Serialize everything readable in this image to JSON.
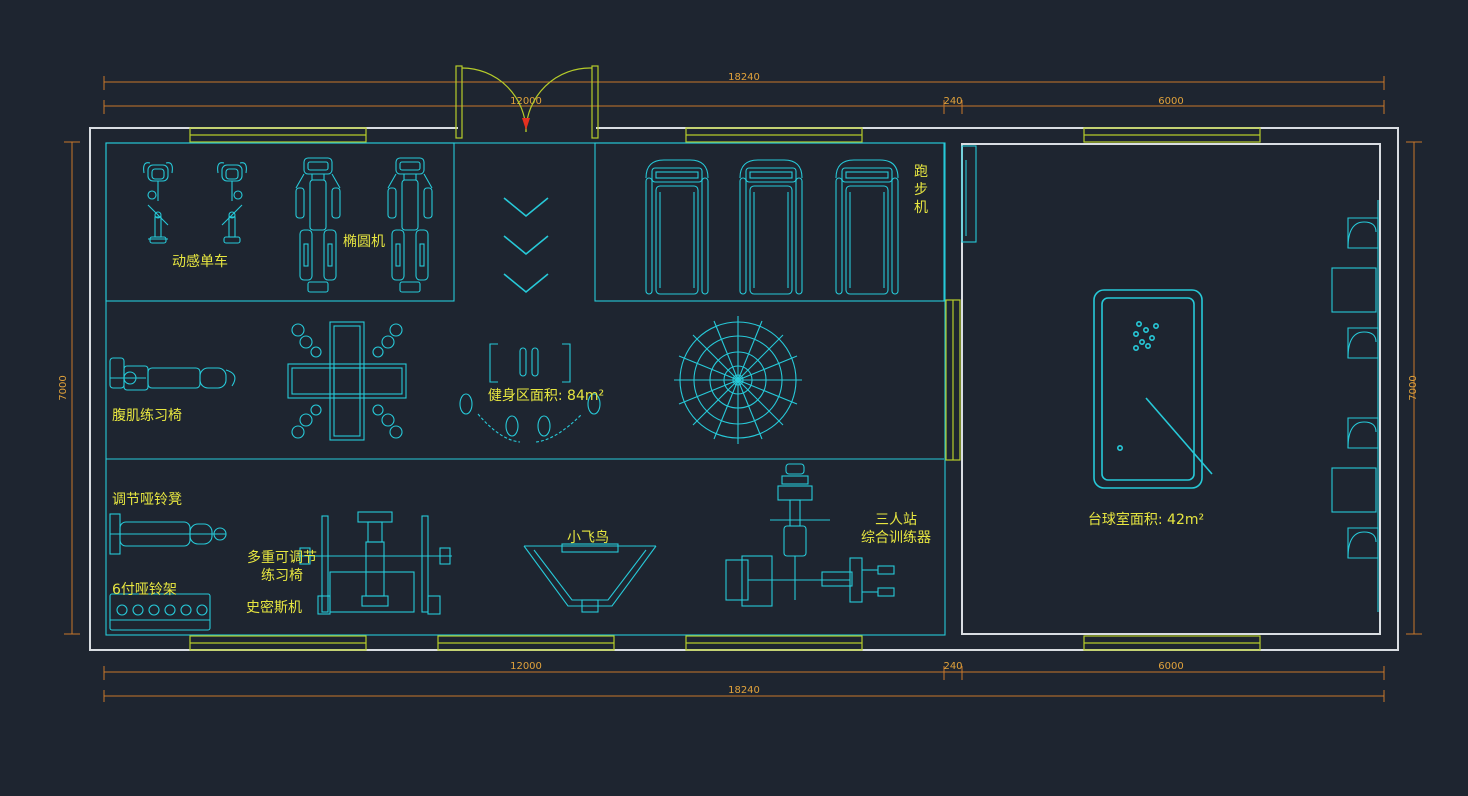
{
  "dimensions": {
    "top_total": "18240",
    "top_left": "12000",
    "top_mid": "240",
    "top_right": "6000",
    "bottom_left": "12000",
    "bottom_mid": "240",
    "bottom_right": "6000",
    "bottom_total": "18240",
    "left_height": "7000",
    "right_height": "7000"
  },
  "labels": {
    "spin_bike": "动感单车",
    "elliptical": "椭圆机",
    "treadmill": "跑步机",
    "ab_bench": "腹肌练习椅",
    "gym_area": "健身区面积: 84m²",
    "dumbbell_bench": "调节哑铃凳",
    "dumbbell_rack": "6付哑铃架",
    "multi_bench_line1": "多重可调节",
    "multi_bench_line2": "练习椅",
    "smith_machine": "史密斯机",
    "fly_machine": "小飞鸟",
    "three_station_line1": "三人站",
    "three_station_line2": "综合训练器",
    "billiard_area": "台球室面积: 42m²"
  },
  "colors": {
    "background": "#1e2530",
    "walls": "#d9dde2",
    "furniture": "#27c9d8",
    "labels": "#e7e640",
    "dimensions": "#e1a23b",
    "windows": "#b6cc2a"
  }
}
